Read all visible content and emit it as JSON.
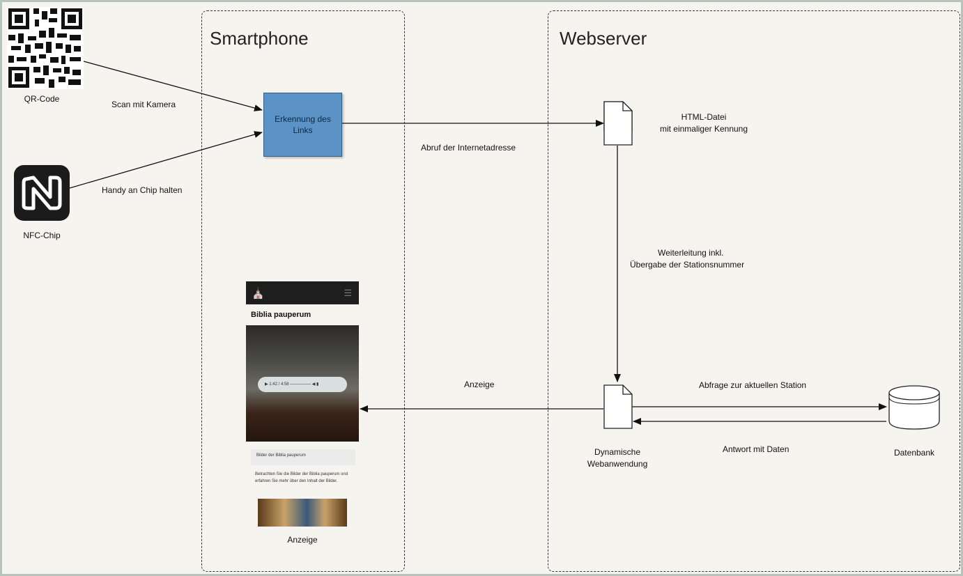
{
  "lanes": {
    "smartphone": "Smartphone",
    "webserver": "Webserver"
  },
  "nodes": {
    "qr_code": "QR-Code",
    "nfc_chip": "NFC-Chip",
    "erkennung": "Erkennung des Links",
    "html_datei_line1": "HTML-Datei",
    "html_datei_line2": "mit einmaliger Kennung",
    "dynamische_line1": "Dynamische",
    "dynamische_line2": "Webanwendung",
    "datenbank": "Datenbank",
    "anzeige_phone": "Anzeige"
  },
  "edges": {
    "scan": "Scan mit Kamera",
    "handy": "Handy an Chip halten",
    "abruf": "Abruf der Internetadresse",
    "weiterleitung_line1": "Weiterleitung inkl.",
    "weiterleitung_line2": "Übergabe der Stationsnummer",
    "anzeige": "Anzeige",
    "abfrage": "Abfrage zur aktuellen Station",
    "antwort": "Antwort mit Daten"
  },
  "phone_mockup": {
    "site_title": "Biblia pauperum",
    "player_time": "1:42 / 4:58",
    "card_title": "Bilder der Biblia pauperum",
    "body_text": "Betrachten Sie die Bilder der Biblia pauperum und erfahren Sie mehr über den Inhalt der Bilder."
  }
}
